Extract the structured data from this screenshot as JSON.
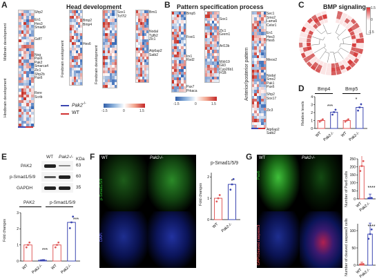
{
  "panels": {
    "A": {
      "letter": "A",
      "title": "Head development",
      "side_labels": [
        "Midbrain development",
        "Hindbrain development",
        "Forebrain evelopment",
        "Forebrain development"
      ],
      "genes_col1": "Sfrp2\n\nEn1\nHes3\nSmad9\n\n\nGdf7\n\n\n\nNog\nPax6\nPak2\nSmarca4\nZic1\nSfrp2b\nPax6\n\n\n\nRere\nScrib",
      "genes_col2": "Bmp2\nBmp4\n\n\n\n\nHes6",
      "genes_col3": "Sox1\nTcf7l2",
      "genes_col4": "Bmi1\n\n\n\n\nNodal\nTgfb2\nZic1\n\n\nAtp6ap2\nSatb2",
      "legend_pak": "Pak2",
      "legend_pak_sup": "-/-",
      "legend_wt": "WT",
      "scale": [
        "-1.5",
        "0",
        "1.5"
      ]
    },
    "B": {
      "letter": "B",
      "title": "Pattern specification process",
      "genes_col1": "Bmp5\n\n\n\n\n\nFoxi1\n\n\n\n\nIrx1\nRsd2\n\n\n\n\n\n\nPax7\nPrkaca",
      "genes_col2": "Sox1\n\n\nZic1\nGrem1\n\n\nArl13b\n\n\n\nWdr19\nGli3\nCyp26b1\nH1B",
      "genes_col3": "Sec1\nSmo2\nLama5\nCelsr1\n\nEn1\nHes3\nHes6\n\n\n\n\nMeox2\n\n\n\nNodal\nSmo2\nPak1\nPax6\n\nSfrp2\nSox17\n\n\nZic3\n\n\n\n\nAtp6ap2\nSatb2",
      "side_label": "Anterior/posterior pattern",
      "scale": [
        "-1.5",
        "0",
        "1.5"
      ]
    },
    "C": {
      "letter": "C",
      "title": "BMP signaling",
      "scale": [
        "1.5",
        "0",
        "-1.5"
      ]
    },
    "D": {
      "letter": "D",
      "groups": [
        "Bmp4",
        "Bmp5"
      ],
      "ylabel": "Relative levels",
      "yticks": [
        "0",
        "1",
        "2",
        "3",
        "4"
      ],
      "xlabels": [
        "WT",
        "Pak2-/-",
        "WT",
        "Pak2-/-"
      ],
      "sig": [
        "***",
        "*"
      ]
    },
    "E": {
      "letter": "E",
      "col_wt": "WT",
      "col_ko": "Pak2-/-",
      "kda": "KDa",
      "rows": [
        "PAK2",
        "p-Smad1/5/9",
        "GAPDH"
      ],
      "sizes": [
        "63",
        "60",
        "35"
      ],
      "chart_title_left": "PAK2",
      "chart_title_right": "p-Smad1/5/9",
      "ylabel": "Fold changes",
      "yticks": [
        "0",
        "1",
        "2",
        "3"
      ],
      "xlabels": [
        "WT",
        "Pak2-/-",
        "WT",
        "Pak2-/-"
      ],
      "sig": [
        "***",
        "***"
      ]
    },
    "F": {
      "letter": "F",
      "wt": "WT",
      "ko": "Pak2-/-",
      "stain_top": "p-Smad1/5/9",
      "stain_bottom": "DAPI",
      "chart_title": "p-Smad1/5/9",
      "ylabel": "Fold changes",
      "yticks": [
        "0",
        "1",
        "2"
      ],
      "xlabels": [
        "WT",
        "Pak2-/-"
      ],
      "sig": "*"
    },
    "G": {
      "letter": "G",
      "wt": "WT",
      "ko": "Pak2-/-",
      "stain_top": "Pax6",
      "stain_bottom": "DAPI/cleaved caspase3",
      "chart1_ylabel": "Number of Pax6 cells",
      "chart1_yticks": [
        "0",
        "50",
        "100",
        "150",
        "200",
        "250"
      ],
      "chart2_ylabel": "Number of cleaved caspase3 cells",
      "chart2_yticks": [
        "0",
        "50",
        "100"
      ],
      "xlabels": [
        "WT",
        "Pak2-/-"
      ],
      "sig": [
        "****",
        "****"
      ]
    }
  },
  "chart_data": [
    {
      "type": "bar",
      "id": "D",
      "categories": [
        "WT",
        "Pak2-/-",
        "WT",
        "Pak2-/-"
      ],
      "values": [
        1.0,
        2.05,
        1.0,
        2.65
      ],
      "ylim": [
        0,
        4
      ],
      "colors": [
        "#e05a5a",
        "#3a45b0",
        "#e05a5a",
        "#3a45b0"
      ]
    },
    {
      "type": "bar",
      "id": "E",
      "categories": [
        "WT",
        "Pak2-/-",
        "WT",
        "Pak2-/-"
      ],
      "values": [
        1.0,
        0.05,
        1.0,
        2.4
      ],
      "ylim": [
        0,
        3
      ],
      "colors": [
        "#e05a5a",
        "#3a45b0",
        "#e05a5a",
        "#3a45b0"
      ]
    },
    {
      "type": "bar",
      "id": "F",
      "categories": [
        "WT",
        "Pak2-/-"
      ],
      "values": [
        1.0,
        1.65
      ],
      "ylim": [
        0,
        2.2
      ],
      "colors": [
        "#e05a5a",
        "#3a45b0"
      ]
    },
    {
      "type": "bar",
      "id": "G1",
      "categories": [
        "WT",
        "Pak2-/-"
      ],
      "values": [
        205,
        5
      ],
      "ylim": [
        0,
        250
      ],
      "colors": [
        "#e05a5a",
        "#3a45b0"
      ]
    },
    {
      "type": "bar",
      "id": "G2",
      "categories": [
        "WT",
        "Pak2-/-"
      ],
      "values": [
        3,
        90
      ],
      "ylim": [
        0,
        120
      ],
      "colors": [
        "#e05a5a",
        "#3a45b0"
      ]
    }
  ]
}
